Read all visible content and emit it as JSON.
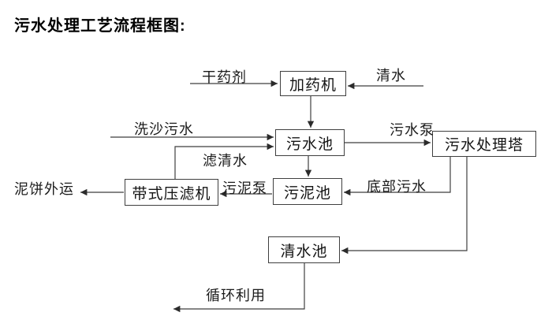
{
  "title": "污水处理工艺流程框图:",
  "diagram": {
    "type": "flowchart",
    "nodes": {
      "dosing_machine": {
        "label": "加药机"
      },
      "sewage_pool": {
        "label": "污水池"
      },
      "treatment_tower": {
        "label": "污水处理塔"
      },
      "sludge_pool": {
        "label": "污泥池"
      },
      "belt_filter_press": {
        "label": "带式压滤机"
      },
      "clean_water_pool": {
        "label": "清水池"
      }
    },
    "edge_labels": {
      "dry_chemical": "干药剂",
      "clean_water": "清水",
      "sand_washing_sewage": "洗沙污水",
      "sewage_pump": "污水泵",
      "filtered_water": "滤清水",
      "sludge_pump": "污泥泵",
      "bottom_sewage": "底部污水",
      "mud_cake_out": "泥饼外运",
      "recycle": "循环利用"
    },
    "edges": [
      {
        "from": "干药剂(外部)",
        "to": "加药机",
        "label": "干药剂"
      },
      {
        "from": "清水(外部)",
        "to": "加药机",
        "label": "清水"
      },
      {
        "from": "加药机",
        "to": "污水池",
        "label": ""
      },
      {
        "from": "洗沙污水(外部)",
        "to": "污水池",
        "label": "洗沙污水"
      },
      {
        "from": "带式压滤机",
        "to": "污水池",
        "label": "滤清水"
      },
      {
        "from": "污水池",
        "to": "污水处理塔",
        "label": "污水泵"
      },
      {
        "from": "污水池",
        "to": "污泥池",
        "label": ""
      },
      {
        "from": "污水处理塔",
        "to": "污泥池",
        "label": "底部污水"
      },
      {
        "from": "污泥池",
        "to": "带式压滤机",
        "label": "污泥泵"
      },
      {
        "from": "带式压滤机",
        "to": "泥饼外运(外部)",
        "label": "泥饼外运"
      },
      {
        "from": "污水处理塔",
        "to": "清水池",
        "label": ""
      },
      {
        "from": "清水池",
        "to": "循环利用(外部)",
        "label": "循环利用"
      }
    ],
    "colors": {
      "background": "#ffffff",
      "line": "#3f3f3f",
      "text": "#141414"
    }
  }
}
